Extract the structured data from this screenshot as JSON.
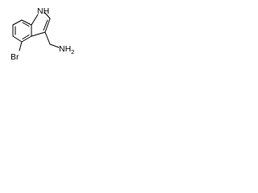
{
  "molecule": {
    "atoms": {
      "nh": {
        "main": "N",
        "sub": "",
        "tail": "H"
      },
      "br": {
        "main": "Br",
        "sub": "",
        "tail": ""
      },
      "nh2": {
        "main": "NH",
        "sub": "2",
        "tail": ""
      }
    }
  },
  "colors": {
    "background": "#ffffff",
    "ink": "#000000"
  }
}
